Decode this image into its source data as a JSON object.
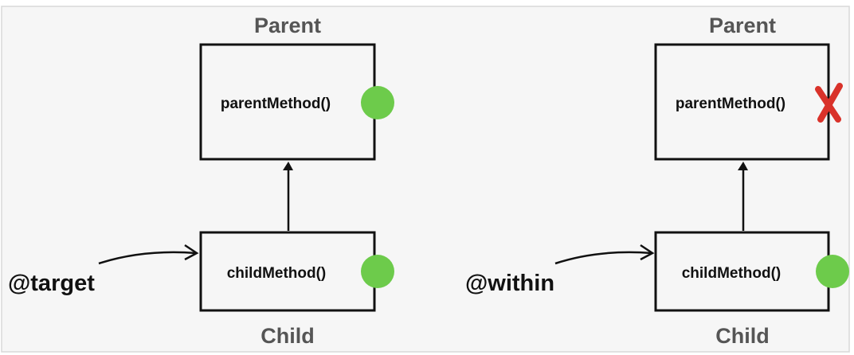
{
  "colors": {
    "background": "#f6f6f6",
    "ok": "#6dcb4b",
    "fail": "#d9322a",
    "box": "#111111"
  },
  "diagrams": [
    {
      "annotation": "@target",
      "parent": {
        "label": "Parent",
        "method": "parentMethod()",
        "matched": true
      },
      "child": {
        "label": "Child",
        "method": "childMethod()",
        "matched": true
      }
    },
    {
      "annotation": "@within",
      "parent": {
        "label": "Parent",
        "method": "parentMethod()",
        "matched": false
      },
      "child": {
        "label": "Child",
        "method": "childMethod()",
        "matched": true
      }
    }
  ]
}
